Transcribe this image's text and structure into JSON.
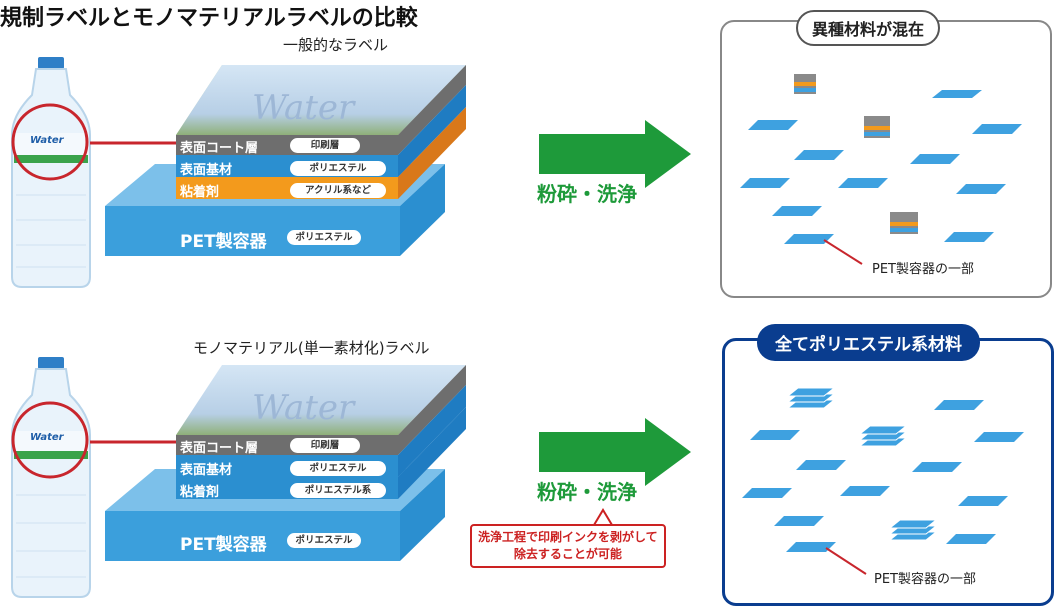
{
  "page": {
    "heading": "規制ラベルとモノマテリアルラベルの比較"
  },
  "top": {
    "title": "一般的なラベル",
    "bottle_label": "Water",
    "water_text": "Water",
    "layers": [
      {
        "name": "表面コート層",
        "material": "印刷層"
      },
      {
        "name": "表面基材",
        "material": "ポリエステル"
      },
      {
        "name": "粘着剤",
        "material": "アクリル系など"
      }
    ],
    "pet": {
      "name": "PET製容器",
      "material": "ポリエステル"
    },
    "process": "粉砕・洗浄",
    "result_title": "異種材料が混在",
    "result_caption": "PET製容器の一部"
  },
  "bottom": {
    "title": "モノマテリアル(単一素材化)ラベル",
    "bottle_label": "Water",
    "water_text": "Water",
    "layers": [
      {
        "name": "表面コート層",
        "material": "印刷層"
      },
      {
        "name": "表面基材",
        "material": "ポリエステル"
      },
      {
        "name": "粘着剤",
        "material": "ポリエステル系"
      }
    ],
    "pet": {
      "name": "PET製容器",
      "material": "ポリエステル"
    },
    "process": "粉砕・洗浄",
    "note_line1": "洗浄工程で印刷インクを剥がして",
    "note_line2": "除去することが可能",
    "result_title": "全てポリエステル系材料",
    "result_caption": "PET製容器の一部"
  },
  "colors": {
    "pet_blue": "#4aa6dc",
    "layer_blue": "#2b8fd0",
    "adhesive_orange": "#f39a1c",
    "coat_gray": "#7a7a7a",
    "arrow_green": "#1e9a3a",
    "alert_red": "#cc2222",
    "box_navy": "#0a3d8f"
  }
}
